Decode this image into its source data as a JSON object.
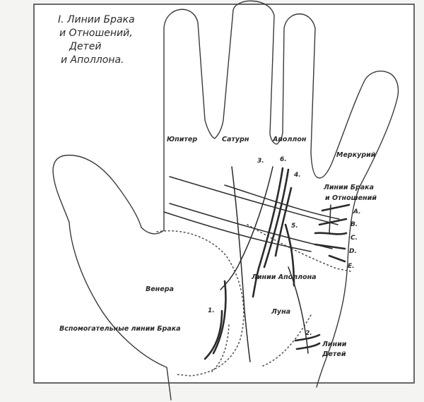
{
  "title": {
    "line1": "I. Линии Брака",
    "line2": "и Отношений,",
    "line3": "Детей",
    "line4": "и Аполлона."
  },
  "fingers": {
    "jupiter": "Юпитер",
    "saturn": "Сатурн",
    "apollo": "Аполлон",
    "mercury": "Меркурий"
  },
  "regions": {
    "venus": "Венера",
    "moon": "Луна"
  },
  "line_labels": {
    "marriage_line1": "Линии Брака",
    "marriage_line2": "и Отношений",
    "apollo_lines": "Линии Аполлона",
    "auxiliary_marriage": "Вспомогательные линии Брака",
    "children_line1": "Линии",
    "children_line2": "Детей"
  },
  "markers": {
    "a": "A.",
    "b": "B.",
    "c": "C.",
    "d": "D.",
    "e": "E.",
    "n1": "1.",
    "n2": "2.",
    "n3": "3.",
    "n4": "4.",
    "n5": "5.",
    "n6": "6."
  }
}
